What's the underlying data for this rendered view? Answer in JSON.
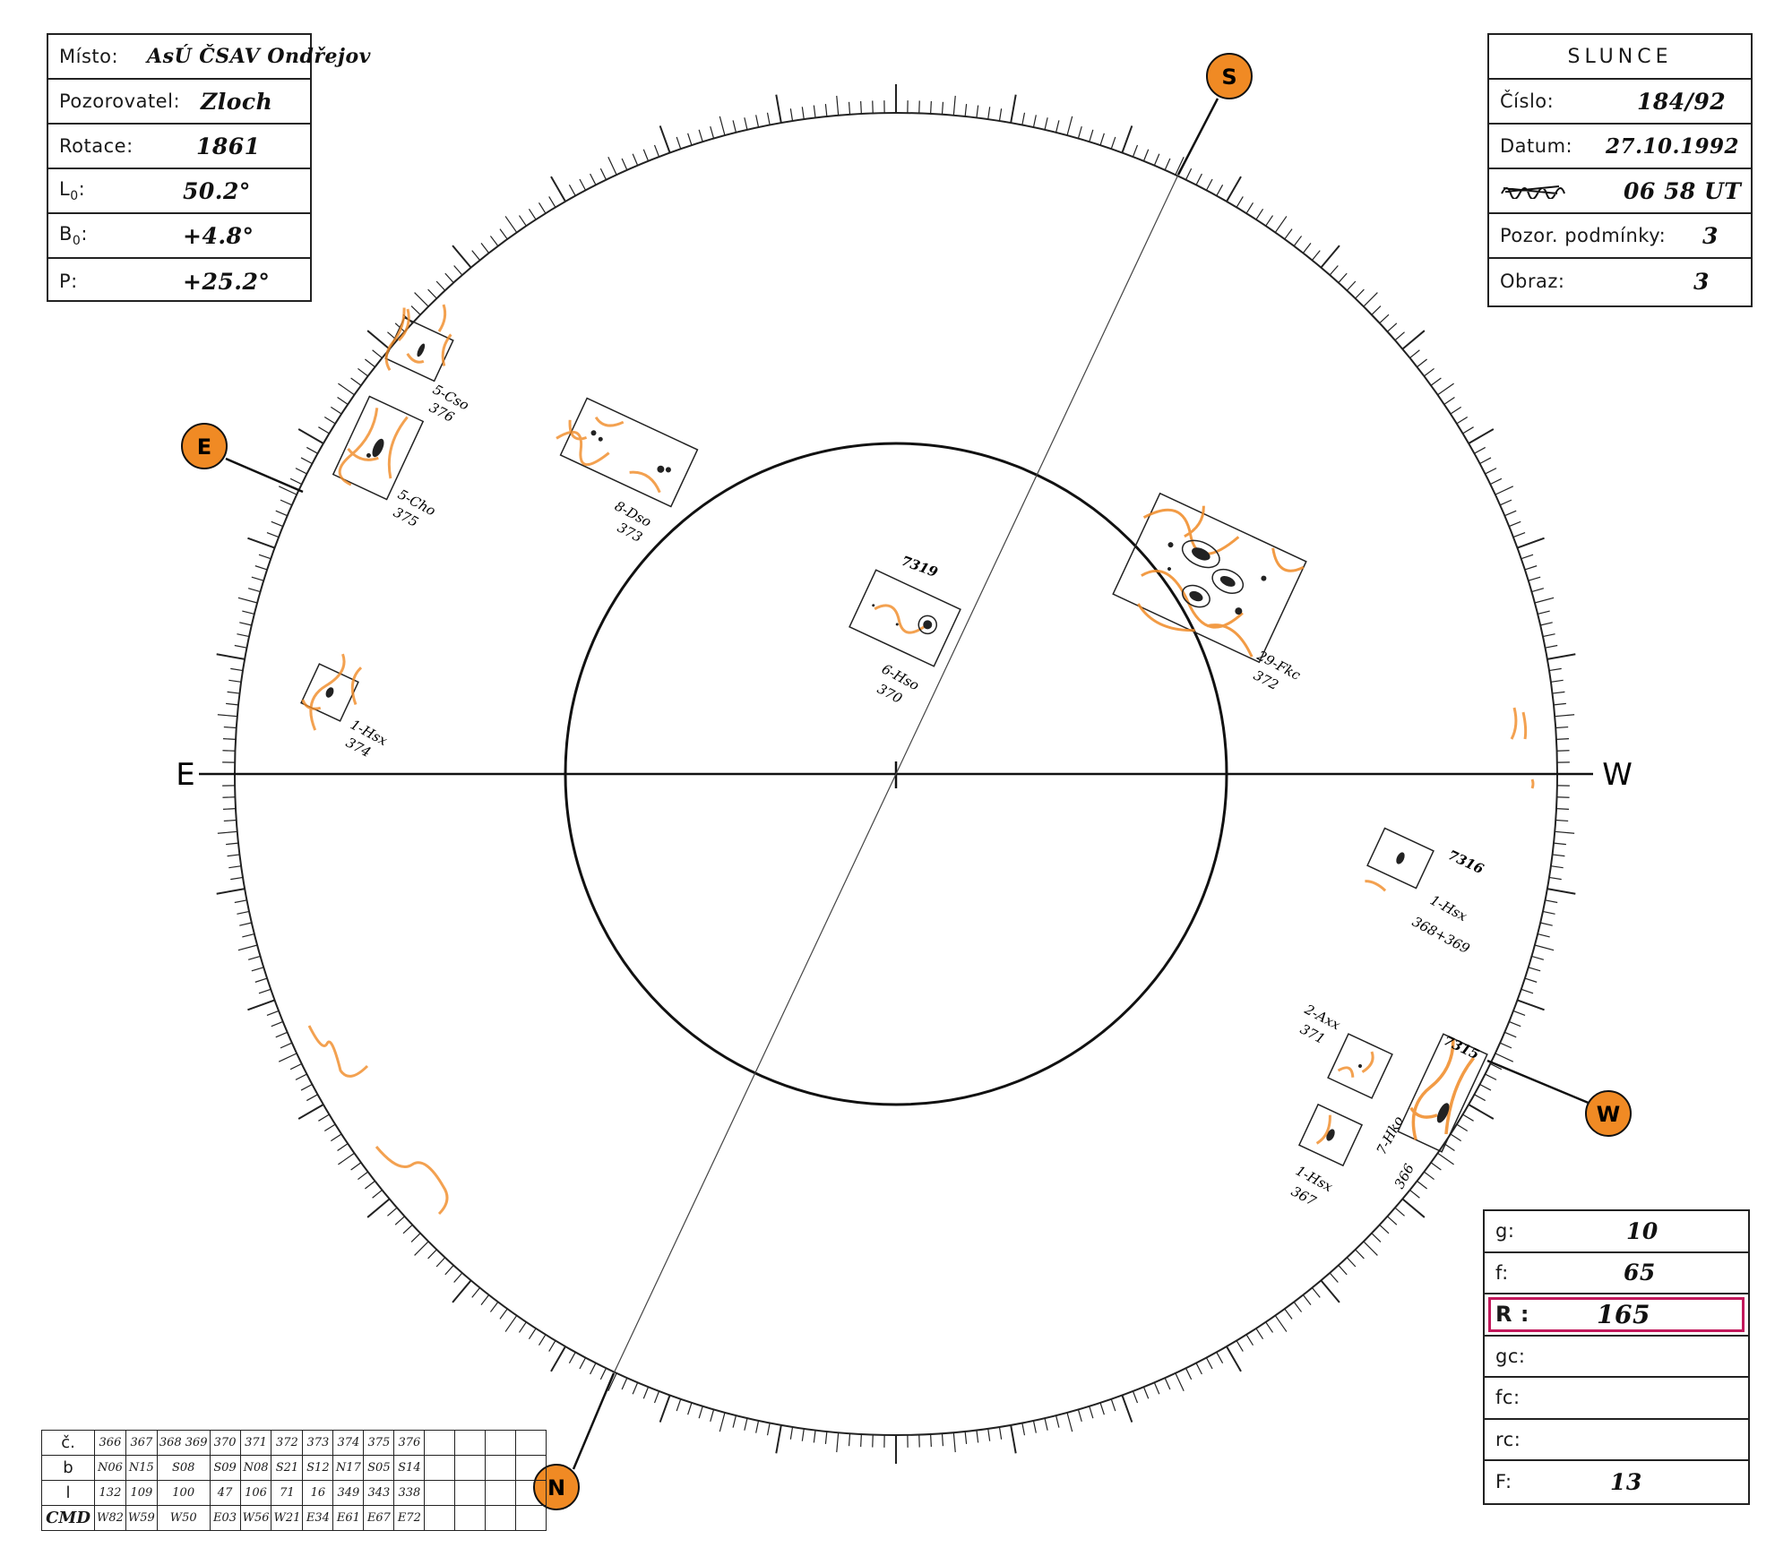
{
  "info_left": {
    "misto_label": "Místo:",
    "misto_value": "AsÚ ČSAV Ondřejov",
    "pozorovatel_label": "Pozorovatel:",
    "pozorovatel_value": "Zloch",
    "rotace_label": "Rotace:",
    "rotace_value": "1861",
    "l0_label": "L",
    "l0_sub": "0",
    "l0_value": "50.2°",
    "b0_label": "B",
    "b0_sub": "0",
    "b0_value": "+4.8°",
    "p_label": "P:",
    "p_value": "+25.2°"
  },
  "info_right": {
    "title": "SLUNCE",
    "cislo_label": "Číslo:",
    "cislo_value": "184/92",
    "datum_label": "Datum:",
    "datum_value": "27.10.1992",
    "time_value": "06 58 UT",
    "pozor_label": "Pozor. podmínky:",
    "pozor_value": "3",
    "obraz_label": "Obraz:",
    "obraz_value": "3"
  },
  "stats": {
    "g_label": "g:",
    "g_value": "10",
    "f_label": "f:",
    "f_value": "65",
    "r_label": "R :",
    "r_value": "165",
    "gc_label": "gc:",
    "fc_label": "fc:",
    "rc_label": "rc:",
    "F_label": "F:",
    "F_value": "13"
  },
  "compass": {
    "S": "S",
    "N": "N",
    "E": "E",
    "W": "W",
    "axis_E": "E",
    "axis_W": "W"
  },
  "groups": [
    {
      "id": "5-Cso",
      "number": "376"
    },
    {
      "id": "5-Cho",
      "number": "375"
    },
    {
      "id": "8-Dso",
      "number": "373"
    },
    {
      "id": "1-Hsx",
      "number": "374"
    },
    {
      "id": "6-Hso",
      "number": "370",
      "noaa": "7319"
    },
    {
      "id": "29-Fkc",
      "number": "372"
    },
    {
      "id": "1-Hsx",
      "number": "368+369",
      "noaa": "7316"
    },
    {
      "id": "2-Axx",
      "number": "371"
    },
    {
      "id": "1-Hsx",
      "number": "367"
    },
    {
      "id": "7-Hko",
      "number": "366",
      "noaa": "7315"
    }
  ],
  "table": {
    "row_labels": [
      "č.",
      "b",
      "l",
      "CMD"
    ],
    "cislo": [
      "366",
      "367",
      "368 369",
      "370",
      "371",
      "372",
      "373",
      "374",
      "375",
      "376"
    ],
    "b": [
      "N06",
      "N15",
      "S08",
      "S09",
      "N08",
      "S21",
      "S12",
      "N17",
      "S05",
      "S14"
    ],
    "l": [
      "132",
      "109",
      "100",
      "47",
      "106",
      "71",
      "16",
      "349",
      "343",
      "338"
    ],
    "cmd": [
      "W82",
      "W59",
      "W50",
      "E03",
      "W56",
      "W21",
      "E34",
      "E61",
      "E67",
      "E72"
    ]
  }
}
